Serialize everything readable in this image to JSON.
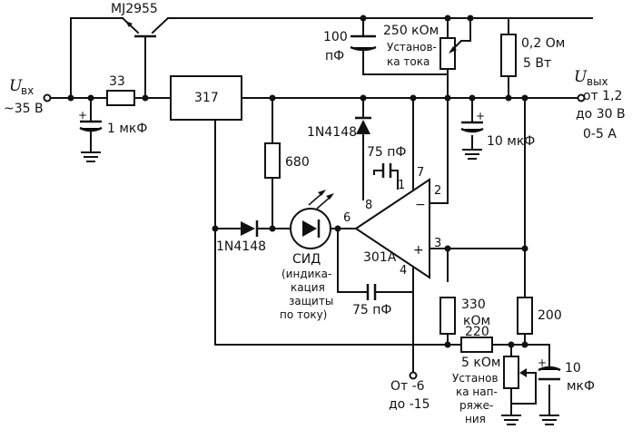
{
  "input": {
    "symbol": "U",
    "sub": "вх",
    "value": "~35 В"
  },
  "output": {
    "symbol": "U",
    "sub": "вых",
    "range_line1": "от 1,2",
    "range_line2": "до 30 В",
    "current": "0-5 А"
  },
  "components": {
    "transistor": "MJ2955",
    "r_input": "33",
    "c_input": "1 мкФ",
    "regulator": "317",
    "r_sense": {
      "line1": "0,2 Ом",
      "line2": "5 Вт"
    },
    "pot_current": {
      "value": "250 кОм",
      "caption1": "Установ-",
      "caption2": "ка тока"
    },
    "c_feedback": {
      "line1": "100",
      "line2": "пФ"
    },
    "diode_top": "1N4148",
    "c_comp": "75 пФ",
    "c_out": "10 мкФ",
    "r_led": "680",
    "diode_left": "1N4148",
    "led": {
      "label": "СИД",
      "caption": [
        "(индика-",
        "кация",
        "защиты",
        "по току)"
      ]
    },
    "opamp": "301А",
    "c_bottom": "75 пФ",
    "r_330": {
      "line1": "330",
      "line2": "кОм"
    },
    "r_200": "200",
    "r_220": "220",
    "pot_voltage": {
      "value": "5 кОм",
      "caption": [
        "Установ",
        "ка нап-",
        "ряже-",
        "ния"
      ]
    },
    "c_right": {
      "line1": "10",
      "line2": "мкФ"
    },
    "neg_supply": {
      "line1": "От -6",
      "line2": "до -15"
    }
  },
  "pins": {
    "p1": "1",
    "p2": "2",
    "p3": "3",
    "p4": "4",
    "p6": "6",
    "p7": "7",
    "p8": "8",
    "minus": "−",
    "plus": "+"
  },
  "polarity": {
    "plus": "+"
  }
}
